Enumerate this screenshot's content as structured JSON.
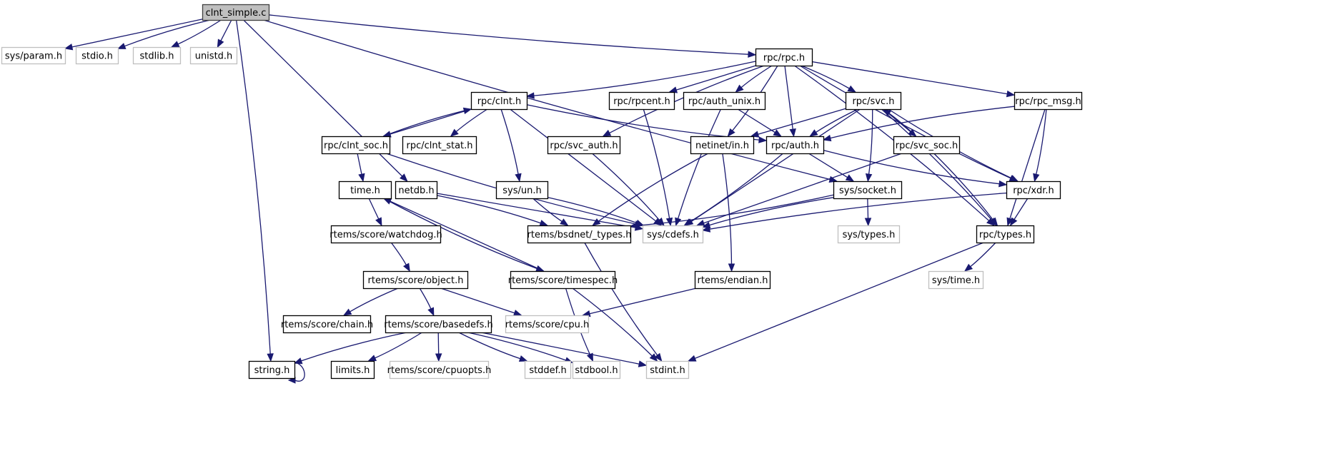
{
  "title": "clnt_simple.c include dependency graph",
  "colors": {
    "edge": "#191970",
    "root_fill": "#bfbfbf",
    "root_stroke": "#404040",
    "documented_stroke": "#000000",
    "undocumented_stroke": "#bfbfbf",
    "fill": "#ffffff"
  },
  "nodes": [
    {
      "id": "clnt_simple_c",
      "label": "clnt_simple.c",
      "kind": "root"
    },
    {
      "id": "sys_param_h",
      "label": "sys/param.h",
      "kind": "external"
    },
    {
      "id": "stdio_h",
      "label": "stdio.h",
      "kind": "external"
    },
    {
      "id": "stdlib_h",
      "label": "stdlib.h",
      "kind": "external"
    },
    {
      "id": "unistd_h",
      "label": "unistd.h",
      "kind": "external"
    },
    {
      "id": "rpc_rpc_h",
      "label": "rpc/rpc.h",
      "kind": "documented"
    },
    {
      "id": "rpc_clnt_h",
      "label": "rpc/clnt.h",
      "kind": "documented"
    },
    {
      "id": "rpc_rpcent_h",
      "label": "rpc/rpcent.h",
      "kind": "documented"
    },
    {
      "id": "rpc_auth_unix_h",
      "label": "rpc/auth_unix.h",
      "kind": "documented"
    },
    {
      "id": "rpc_svc_h",
      "label": "rpc/svc.h",
      "kind": "documented"
    },
    {
      "id": "rpc_rpc_msg_h",
      "label": "rpc/rpc_msg.h",
      "kind": "documented"
    },
    {
      "id": "rpc_clnt_soc_h",
      "label": "rpc/clnt_soc.h",
      "kind": "documented"
    },
    {
      "id": "rpc_clnt_stat_h",
      "label": "rpc/clnt_stat.h",
      "kind": "documented"
    },
    {
      "id": "rpc_svc_auth_h",
      "label": "rpc/svc_auth.h",
      "kind": "documented"
    },
    {
      "id": "netinet_in_h",
      "label": "netinet/in.h",
      "kind": "documented"
    },
    {
      "id": "rpc_auth_h",
      "label": "rpc/auth.h",
      "kind": "documented"
    },
    {
      "id": "rpc_svc_soc_h",
      "label": "rpc/svc_soc.h",
      "kind": "documented"
    },
    {
      "id": "time_h",
      "label": "time.h",
      "kind": "documented"
    },
    {
      "id": "netdb_h",
      "label": "netdb.h",
      "kind": "documented"
    },
    {
      "id": "sys_un_h",
      "label": "sys/un.h",
      "kind": "documented"
    },
    {
      "id": "sys_socket_h",
      "label": "sys/socket.h",
      "kind": "documented"
    },
    {
      "id": "rpc_xdr_h",
      "label": "rpc/xdr.h",
      "kind": "documented"
    },
    {
      "id": "sys_cdefs_h",
      "label": "sys/cdefs.h",
      "kind": "external"
    },
    {
      "id": "rtems_bsdnet_types_h",
      "label": "rtems/bsdnet/_types.h",
      "kind": "documented"
    },
    {
      "id": "sys_types_h",
      "label": "sys/types.h",
      "kind": "external"
    },
    {
      "id": "rpc_types_h",
      "label": "rpc/types.h",
      "kind": "documented"
    },
    {
      "id": "rtems_score_watchdog_h",
      "label": "rtems/score/watchdog.h",
      "kind": "documented"
    },
    {
      "id": "sys_time_h",
      "label": "sys/time.h",
      "kind": "external"
    },
    {
      "id": "rtems_score_object_h",
      "label": "rtems/score/object.h",
      "kind": "documented"
    },
    {
      "id": "rtems_score_timespec_h",
      "label": "rtems/score/timespec.h",
      "kind": "documented"
    },
    {
      "id": "rtems_endian_h",
      "label": "rtems/endian.h",
      "kind": "documented"
    },
    {
      "id": "rtems_score_chain_h",
      "label": "rtems/score/chain.h",
      "kind": "documented"
    },
    {
      "id": "rtems_score_basedefs_h",
      "label": "rtems/score/basedefs.h",
      "kind": "documented"
    },
    {
      "id": "rtems_score_cpu_h",
      "label": "rtems/score/cpu.h",
      "kind": "external"
    },
    {
      "id": "string_h",
      "label": "string.h",
      "kind": "documented"
    },
    {
      "id": "limits_h",
      "label": "limits.h",
      "kind": "documented"
    },
    {
      "id": "rtems_score_cpuopts_h",
      "label": "rtems/score/cpuopts.h",
      "kind": "external"
    },
    {
      "id": "stddef_h",
      "label": "stddef.h",
      "kind": "external"
    },
    {
      "id": "stdbool_h",
      "label": "stdbool.h",
      "kind": "external"
    },
    {
      "id": "stdint_h",
      "label": "stdint.h",
      "kind": "external"
    }
  ],
  "edges": [
    [
      "clnt_simple_c",
      "sys_param_h"
    ],
    [
      "clnt_simple_c",
      "stdio_h"
    ],
    [
      "clnt_simple_c",
      "stdlib_h"
    ],
    [
      "clnt_simple_c",
      "unistd_h"
    ],
    [
      "clnt_simple_c",
      "rpc_rpc_h"
    ],
    [
      "clnt_simple_c",
      "string_h"
    ],
    [
      "clnt_simple_c",
      "netdb_h"
    ],
    [
      "clnt_simple_c",
      "sys_socket_h"
    ],
    [
      "rpc_rpc_h",
      "rpc_clnt_h"
    ],
    [
      "rpc_rpc_h",
      "rpc_rpcent_h"
    ],
    [
      "rpc_rpc_h",
      "rpc_auth_unix_h"
    ],
    [
      "rpc_rpc_h",
      "rpc_svc_h"
    ],
    [
      "rpc_rpc_h",
      "rpc_rpc_msg_h"
    ],
    [
      "rpc_rpc_h",
      "rpc_svc_auth_h"
    ],
    [
      "rpc_rpc_h",
      "netinet_in_h"
    ],
    [
      "rpc_rpc_h",
      "rpc_auth_h"
    ],
    [
      "rpc_rpc_h",
      "rpc_xdr_h"
    ],
    [
      "rpc_rpc_h",
      "rpc_types_h"
    ],
    [
      "rpc_clnt_h",
      "rpc_clnt_soc_h"
    ],
    [
      "rpc_clnt_h",
      "rpc_clnt_stat_h"
    ],
    [
      "rpc_clnt_h",
      "sys_un_h"
    ],
    [
      "rpc_clnt_h",
      "sys_cdefs_h"
    ],
    [
      "rpc_clnt_h",
      "rpc_auth_h"
    ],
    [
      "rpc_clnt_soc_h",
      "rpc_clnt_h"
    ],
    [
      "rpc_clnt_soc_h",
      "time_h"
    ],
    [
      "rpc_clnt_soc_h",
      "sys_cdefs_h"
    ],
    [
      "rpc_rpcent_h",
      "sys_cdefs_h"
    ],
    [
      "rpc_auth_unix_h",
      "rpc_auth_h"
    ],
    [
      "rpc_auth_unix_h",
      "sys_cdefs_h"
    ],
    [
      "rpc_svc_auth_h",
      "sys_cdefs_h"
    ],
    [
      "rpc_svc_h",
      "netinet_in_h"
    ],
    [
      "rpc_svc_h",
      "rpc_auth_h"
    ],
    [
      "rpc_svc_h",
      "sys_socket_h"
    ],
    [
      "rpc_svc_h",
      "rpc_svc_soc_h"
    ],
    [
      "rpc_svc_h",
      "rpc_xdr_h"
    ],
    [
      "rpc_svc_h",
      "rpc_types_h"
    ],
    [
      "rpc_svc_h",
      "sys_cdefs_h"
    ],
    [
      "rpc_svc_soc_h",
      "rpc_svc_h"
    ],
    [
      "rpc_svc_soc_h",
      "rpc_types_h"
    ],
    [
      "rpc_svc_soc_h",
      "sys_cdefs_h"
    ],
    [
      "rpc_rpc_msg_h",
      "rpc_auth_h"
    ],
    [
      "rpc_rpc_msg_h",
      "rpc_xdr_h"
    ],
    [
      "rpc_rpc_msg_h",
      "rpc_types_h"
    ],
    [
      "netinet_in_h",
      "rtems_bsdnet_types_h"
    ],
    [
      "netinet_in_h",
      "rtems_endian_h"
    ],
    [
      "rpc_auth_h",
      "sys_socket_h"
    ],
    [
      "rpc_auth_h",
      "rpc_xdr_h"
    ],
    [
      "rpc_auth_h",
      "sys_cdefs_h"
    ],
    [
      "time_h",
      "rtems_score_watchdog_h"
    ],
    [
      "time_h",
      "rtems_score_timespec_h"
    ],
    [
      "netdb_h",
      "rtems_bsdnet_types_h"
    ],
    [
      "netdb_h",
      "sys_cdefs_h"
    ],
    [
      "sys_un_h",
      "rtems_bsdnet_types_h"
    ],
    [
      "sys_un_h",
      "sys_cdefs_h"
    ],
    [
      "sys_socket_h",
      "sys_types_h"
    ],
    [
      "sys_socket_h",
      "sys_cdefs_h"
    ],
    [
      "sys_socket_h",
      "rtems_bsdnet_types_h"
    ],
    [
      "rpc_xdr_h",
      "rpc_types_h"
    ],
    [
      "rpc_xdr_h",
      "sys_cdefs_h"
    ],
    [
      "rpc_types_h",
      "sys_time_h"
    ],
    [
      "rpc_types_h",
      "stdint_h"
    ],
    [
      "rtems_bsdnet_types_h",
      "stdint_h"
    ],
    [
      "rtems_score_watchdog_h",
      "rtems_score_object_h"
    ],
    [
      "rtems_score_timespec_h",
      "time_h"
    ],
    [
      "rtems_score_timespec_h",
      "stdbool_h"
    ],
    [
      "rtems_score_timespec_h",
      "stdint_h"
    ],
    [
      "rtems_endian_h",
      "rtems_score_cpu_h"
    ],
    [
      "rtems_score_object_h",
      "rtems_score_chain_h"
    ],
    [
      "rtems_score_object_h",
      "rtems_score_basedefs_h"
    ],
    [
      "rtems_score_object_h",
      "rtems_score_cpu_h"
    ],
    [
      "rtems_score_basedefs_h",
      "string_h"
    ],
    [
      "rtems_score_basedefs_h",
      "limits_h"
    ],
    [
      "rtems_score_basedefs_h",
      "rtems_score_cpuopts_h"
    ],
    [
      "rtems_score_basedefs_h",
      "stddef_h"
    ],
    [
      "rtems_score_basedefs_h",
      "stdbool_h"
    ],
    [
      "rtems_score_basedefs_h",
      "stdint_h"
    ],
    [
      "string_h",
      "string_h"
    ]
  ]
}
